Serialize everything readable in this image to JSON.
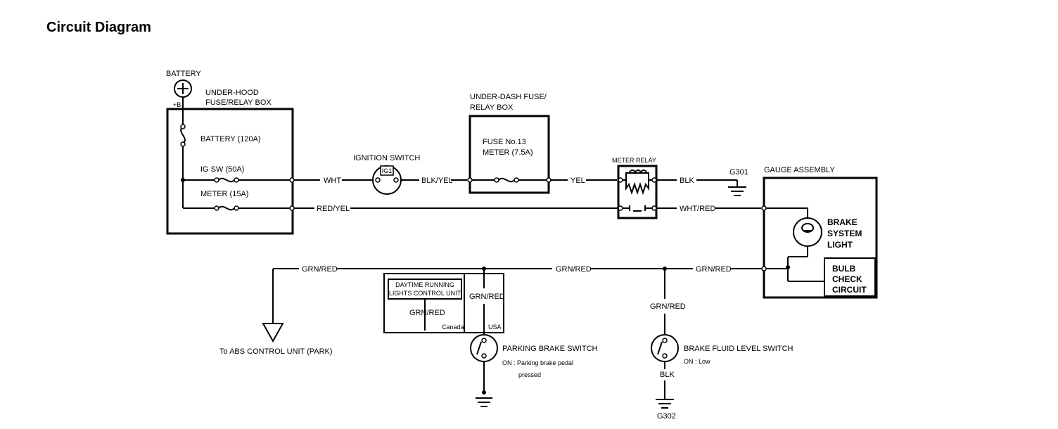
{
  "title": "Circuit Diagram",
  "labels": {
    "battery": "BATTERY",
    "battery_term": "+B",
    "under_hood_1": "UNDER-HOOD",
    "under_hood_2": "FUSE/RELAY BOX",
    "fuse_battery": "BATTERY (120A)",
    "fuse_igsw": "IG SW (50A)",
    "fuse_meter": "METER (15A)",
    "wire_wht": "WHT",
    "ignition_switch": "IGNITION SWITCH",
    "ig1": "IG1",
    "wire_blkyel": "BLK/YEL",
    "under_dash_1": "UNDER-DASH FUSE/",
    "under_dash_2": "RELAY BOX",
    "fuse13_1": "FUSE No.13",
    "fuse13_2": "METER (7.5A)",
    "wire_yel": "YEL",
    "meter_relay": "METER RELAY",
    "wire_blk": "BLK",
    "g301": "G301",
    "wire_redyel": "RED/YEL",
    "wire_whtred": "WHT/RED",
    "gauge_assembly": "GAUGE ASSEMBLY",
    "brake_light_1": "BRAKE",
    "brake_light_2": "SYSTEM",
    "brake_light_3": "LIGHT",
    "bulb_check_1": "BULB",
    "bulb_check_2": "CHECK",
    "bulb_check_3": "CIRCUIT",
    "grnred_left": "GRN/RED",
    "grnred_mid": "GRN/RED",
    "grnred_right": "GRN/RED",
    "drl_1": "DAYTIME RUNNING",
    "drl_2": "LIGHTS CONTROL UNIT",
    "drl_grnred": "GRN/RED",
    "canada": "Canada",
    "usa": "USA",
    "pbs_grnred": "GRN/RED",
    "parking_switch": "PARKING BRAKE SWITCH",
    "parking_on_1": "ON : Parking brake pedal",
    "parking_on_2": "pressed",
    "bfl_grnred": "GRN/RED",
    "fluid_switch": "BRAKE FLUID LEVEL SWITCH",
    "fluid_on": "ON : Low",
    "bfl_blk": "BLK",
    "g302": "G302",
    "abs": "To ABS CONTROL UNIT (PARK)"
  }
}
